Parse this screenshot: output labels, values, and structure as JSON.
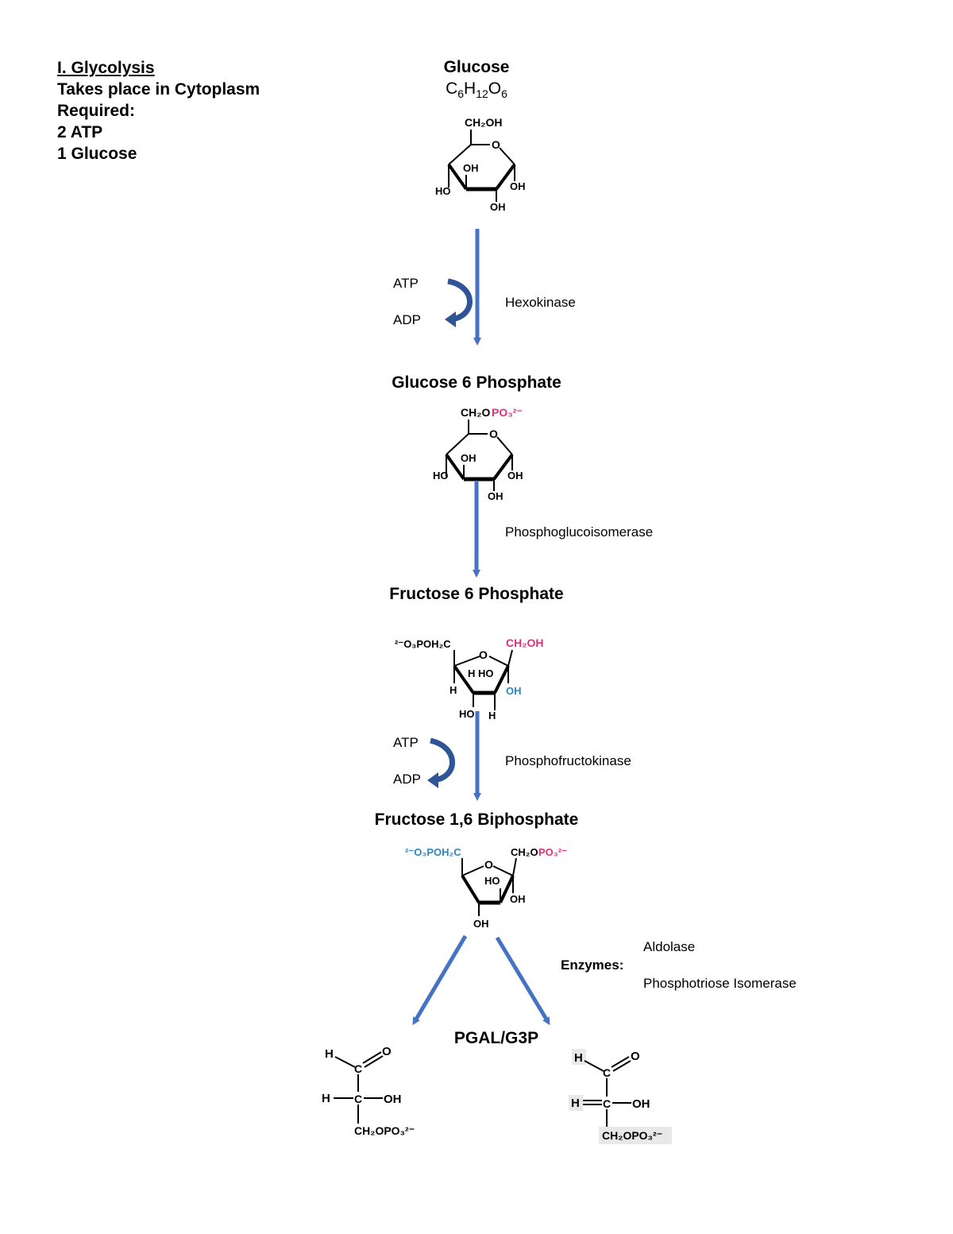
{
  "header": {
    "title": "I. Glycolysis",
    "location": "Takes place in Cytoplasm",
    "required_label": "Required:",
    "req_atp": "2 ATP",
    "req_glucose": "1 Glucose"
  },
  "steps": {
    "glucose": {
      "name": "Glucose",
      "formula_c": "C",
      "formula_c_n": "6",
      "formula_h": "H",
      "formula_h_n": "12",
      "formula_o": "O",
      "formula_o_n": "6"
    },
    "g6p": {
      "name": "Glucose 6 Phosphate"
    },
    "f6p": {
      "name": "Fructose 6 Phosphate"
    },
    "f16bp": {
      "name": "Fructose 1,6 Biphosphate"
    },
    "pgal": {
      "name": "PGAL/G3P"
    }
  },
  "cofactors": {
    "atp": "ATP",
    "adp": "ADP"
  },
  "enzymes": {
    "hexokinase": "Hexokinase",
    "phosphoglucoisomerase": "Phosphoglucoisomerase",
    "phosphofructokinase": "Phosphofructokinase",
    "enzymes_label": "Enzymes:",
    "aldolase": "Aldolase",
    "phosphotriose_isomerase": "Phosphotriose Isomerase"
  },
  "chem": {
    "ch2oh": "CH₂OH",
    "ch2o": "CH₂O",
    "po3": "PO₃²⁻",
    "o": "O",
    "oh": "OH",
    "ho": "HO",
    "h": "H",
    "c": "C",
    "h_ho": "H HO",
    "f6p_left": "²⁻O₃POH₂C",
    "f16bp_left": "²⁻O₃POH₂C",
    "ch2opo3": "CH₂OPO₃²⁻"
  },
  "colors": {
    "arrow": "#4472c4",
    "curl_arrow": "#2f5597",
    "phosphate": "#e0307a",
    "blue_group": "#2e86c1"
  }
}
